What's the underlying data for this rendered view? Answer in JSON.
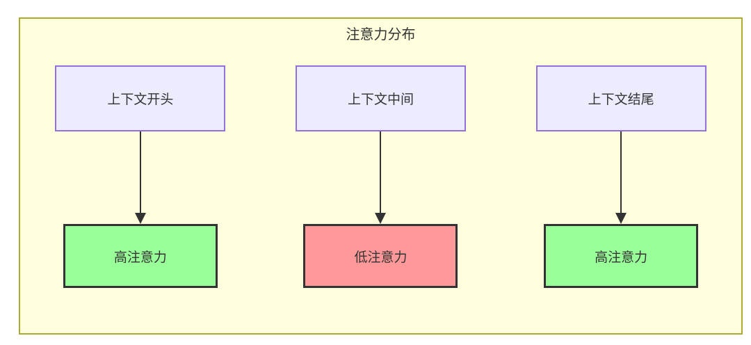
{
  "diagram": {
    "title": "注意力分布",
    "columns": [
      {
        "source": "上下文开头",
        "target": "高注意力",
        "target_level": "high"
      },
      {
        "source": "上下文中间",
        "target": "低注意力",
        "target_level": "low"
      },
      {
        "source": "上下文结尾",
        "target": "高注意力",
        "target_level": "high"
      }
    ],
    "colors": {
      "container_fill": "#ffffde",
      "container_border": "#aaaa33",
      "source_fill": "#ececff",
      "source_border": "#9370db",
      "high_fill": "#99ff99",
      "low_fill": "#ff9999",
      "node_border": "#333333",
      "arrow": "#333333",
      "text": "#333333"
    }
  }
}
